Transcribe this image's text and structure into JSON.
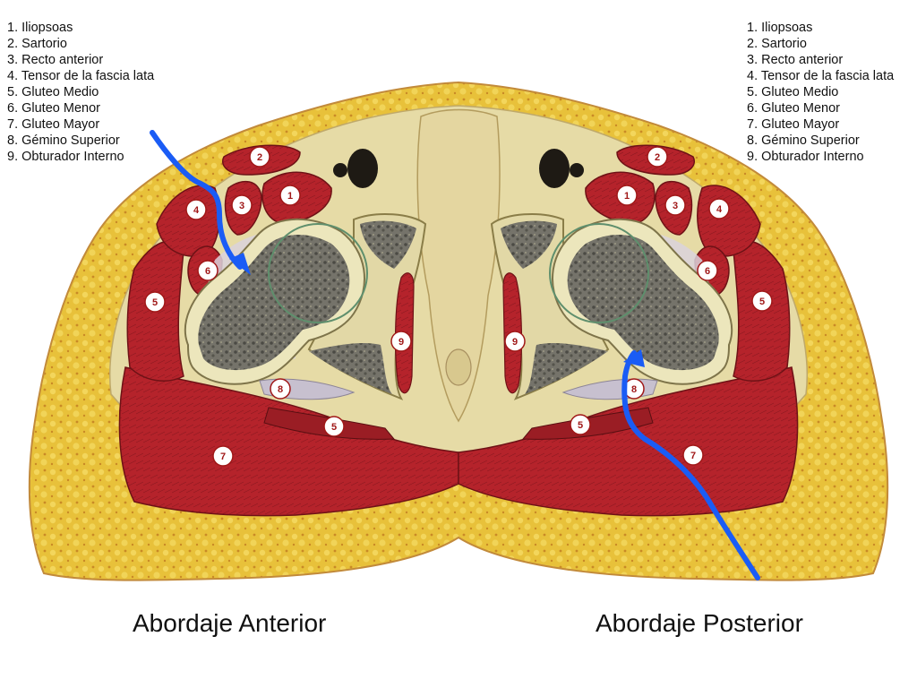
{
  "legend": [
    "1. Iliopsoas",
    "2. Sartorio",
    "3. Recto anterior",
    "4. Tensor de la fascia lata",
    "5. Gluteo Medio",
    "6. Gluteo Menor",
    "7. Gluteo Mayor",
    "8. Gémino Superior",
    "9. Obturador Interno"
  ],
  "captions": {
    "left": "Abordaje Anterior",
    "right": "Abordaje Posterior"
  },
  "labels": [
    "1",
    "2",
    "3",
    "4",
    "5",
    "6",
    "7",
    "8",
    "9"
  ],
  "colors": {
    "fat": "#e9c43f",
    "muscle": "#b4222a",
    "bone": "#ded7a8",
    "marrow": "#6b6b5e",
    "arrow": "#1a5cf5"
  }
}
